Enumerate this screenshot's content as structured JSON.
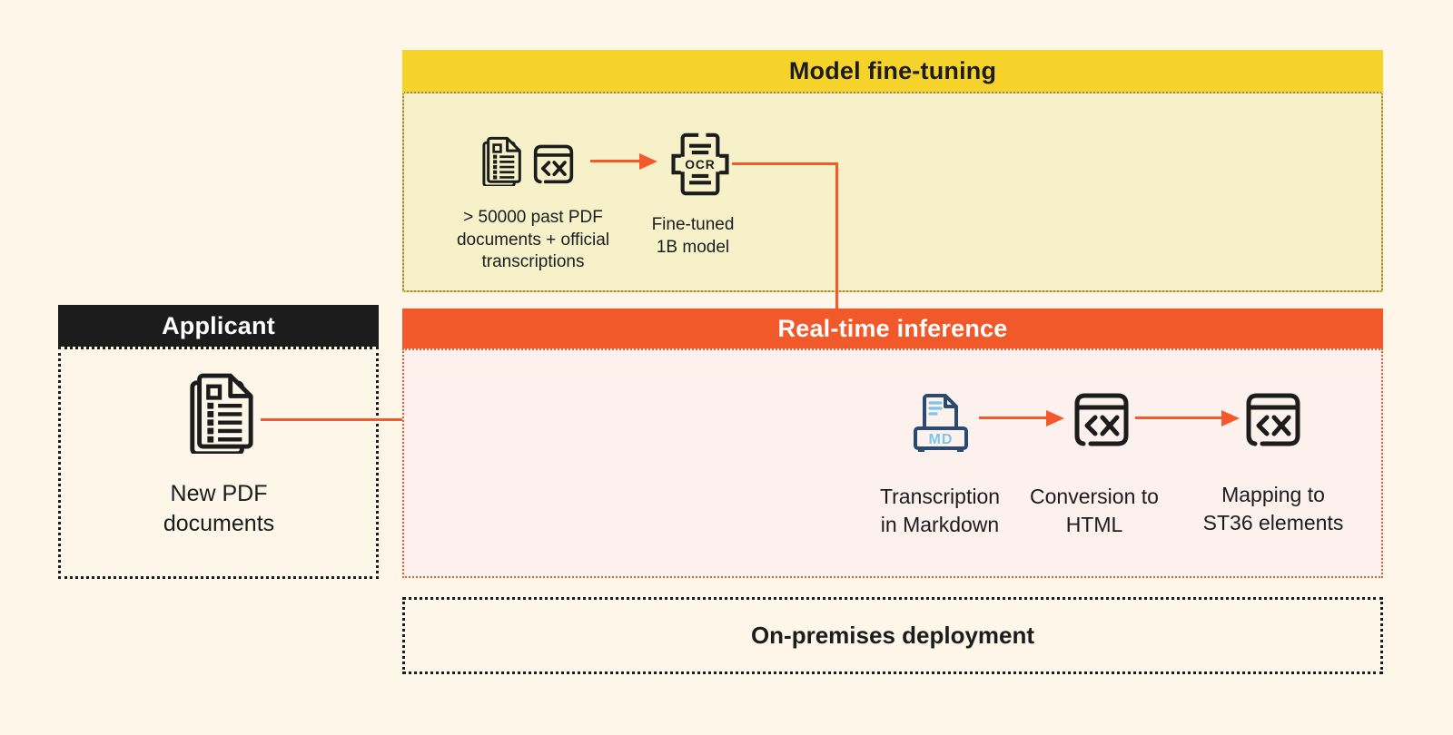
{
  "colors": {
    "page_bg": "#FDF6E9",
    "fine_tuning_header_bg": "#F6D32B",
    "fine_tuning_body_bg": "#F7F1C9",
    "realtime_header_bg": "#F1592A",
    "realtime_body_bg": "#FCF1EC",
    "applicant_header_bg": "#1C1C1C",
    "arrow": "#F4582B",
    "icon_outline": "#1C1C1C",
    "markdown_icon_navy": "#2B4A6F",
    "markdown_icon_lightblue": "#7CC5EA"
  },
  "fine_tuning": {
    "title": "Model fine-tuning",
    "dataset_label": "> 50000 past PDF\ndocuments + official\ntranscriptions",
    "model_label": "Fine-tuned\n1B model",
    "ocr_text": "OCR",
    "dataset_icons": [
      "documents-stack-icon",
      "code-window-icon"
    ],
    "model_icon": "ocr-document-icon"
  },
  "applicant": {
    "title": "Applicant",
    "doc_label": "New PDF\ndocuments",
    "doc_icon": "documents-stack-icon"
  },
  "realtime": {
    "title": "Real-time inference",
    "md_text": "MD",
    "steps": [
      {
        "icon": "markdown-file-icon",
        "label": "Transcription\nin Markdown"
      },
      {
        "icon": "code-window-icon",
        "label": "Conversion to\nHTML"
      },
      {
        "icon": "code-window-icon",
        "label": "Mapping to\nST36 elements"
      }
    ]
  },
  "onprem": {
    "title": "On-premises deployment"
  }
}
